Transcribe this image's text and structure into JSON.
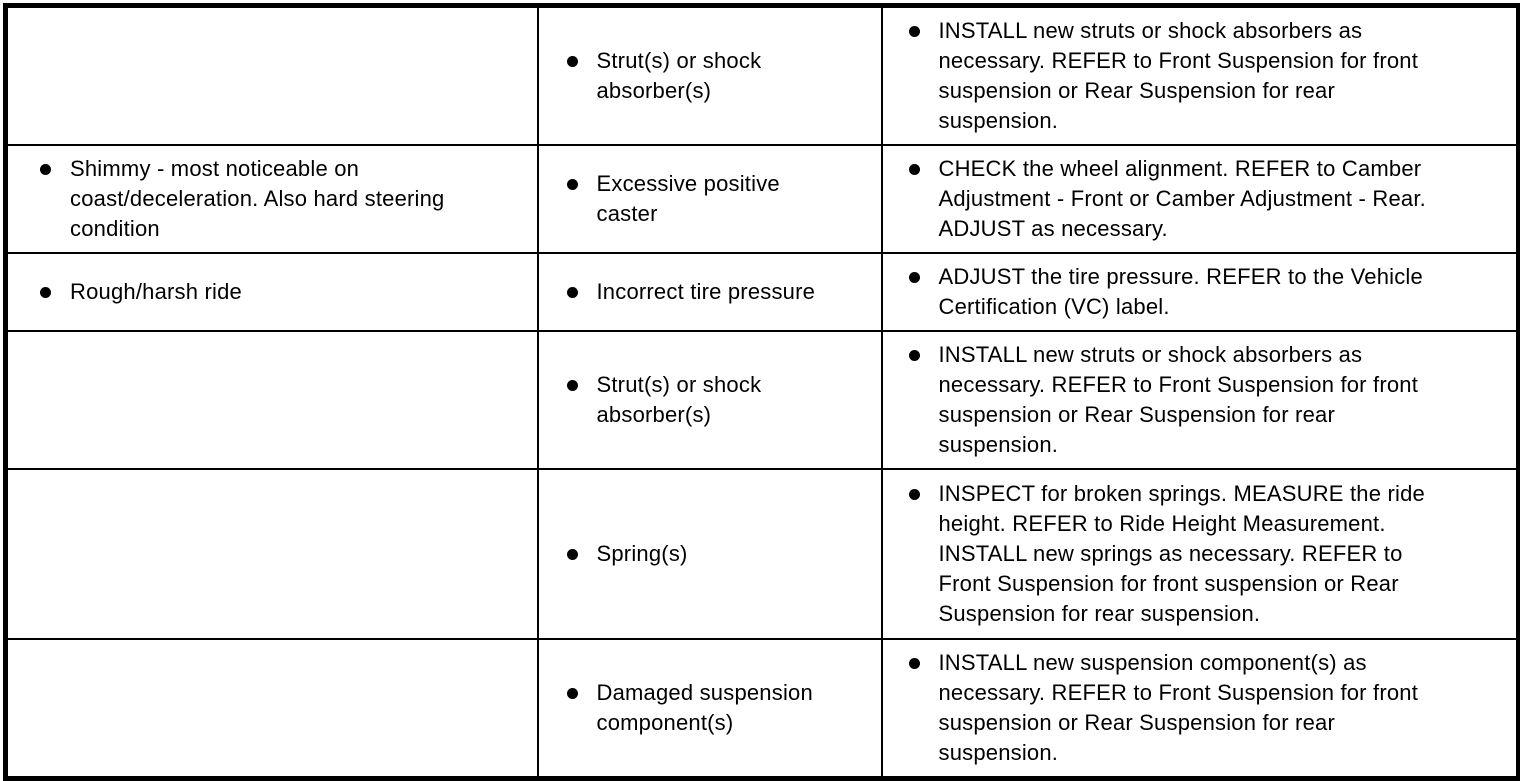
{
  "colors": {
    "border": "#000000",
    "text": "#000000",
    "background": "#ffffff"
  },
  "table": {
    "rows": [
      {
        "condition": "",
        "source": "Strut(s) or shock\nabsorber(s)",
        "action": "INSTALL new struts or shock absorbers as\nnecessary. REFER to Front Suspension for front\nsuspension or Rear Suspension for rear\nsuspension."
      },
      {
        "condition": "Shimmy - most noticeable on\ncoast/deceleration. Also hard steering\ncondition",
        "source": "Excessive positive\ncaster",
        "action": "CHECK the wheel alignment. REFER to Camber\nAdjustment - Front or Camber Adjustment - Rear.\nADJUST as necessary."
      },
      {
        "condition": "Rough/harsh ride",
        "source": "Incorrect tire pressure",
        "action": "ADJUST the tire pressure. REFER to the Vehicle\nCertification (VC) label."
      },
      {
        "condition": "",
        "source": "Strut(s) or shock\nabsorber(s)",
        "action": "INSTALL new struts or shock absorbers as\nnecessary. REFER to Front Suspension for front\nsuspension or Rear Suspension for rear\nsuspension."
      },
      {
        "condition": "",
        "source": "Spring(s)",
        "action": "INSPECT for broken springs. MEASURE the ride\nheight. REFER to Ride Height Measurement.\nINSTALL new springs as necessary. REFER to\nFront Suspension for front suspension or Rear\nSuspension for rear suspension."
      },
      {
        "condition": "",
        "source": "Damaged suspension\ncomponent(s)",
        "action": "INSTALL new suspension component(s) as\nnecessary. REFER to Front Suspension for front\nsuspension or Rear Suspension for rear\nsuspension."
      }
    ]
  }
}
